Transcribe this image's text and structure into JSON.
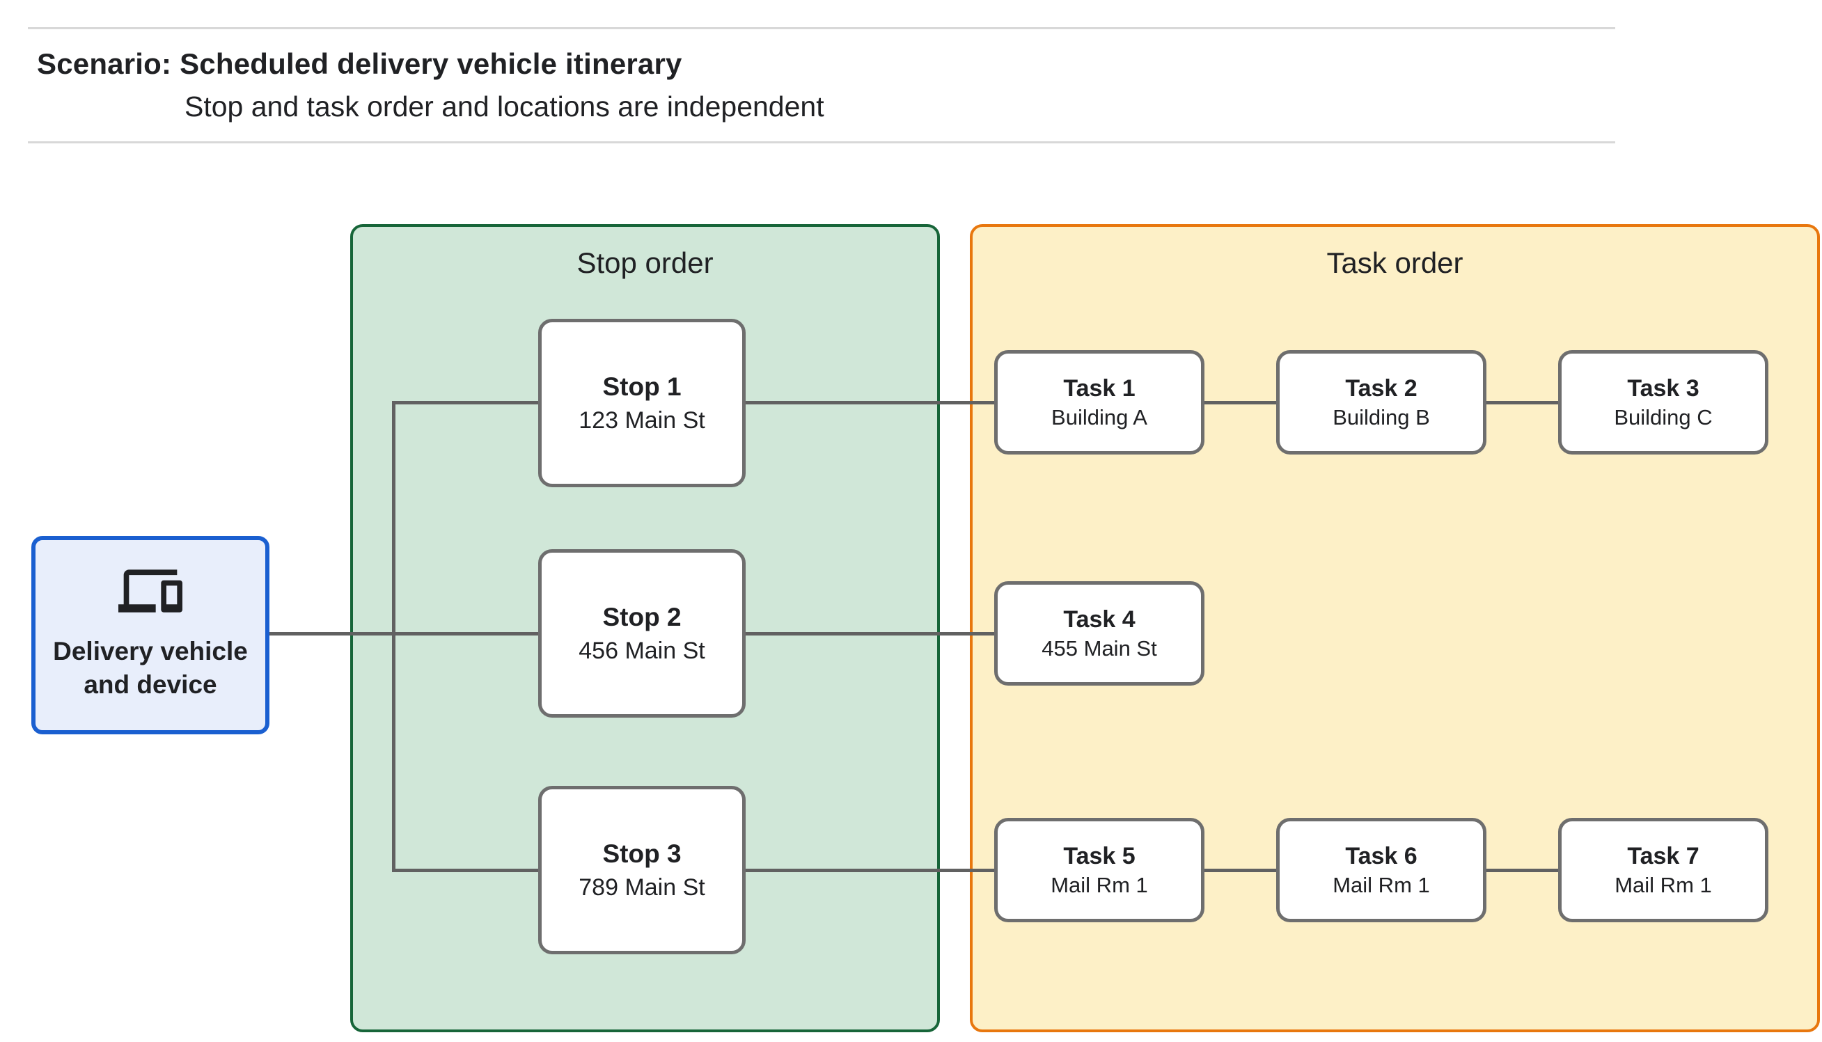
{
  "header": {
    "title": "Scenario: Scheduled delivery vehicle itinerary",
    "subtitle": "Stop and task order and locations are independent"
  },
  "panels": {
    "stop": {
      "title": "Stop order"
    },
    "task": {
      "title": "Task order"
    }
  },
  "source": {
    "label": "Delivery vehicle\nand device",
    "icon": "devices-icon"
  },
  "stops": [
    {
      "title": "Stop 1",
      "subtitle": "123 Main St"
    },
    {
      "title": "Stop 2",
      "subtitle": "456 Main St"
    },
    {
      "title": "Stop 3",
      "subtitle": "789 Main St"
    }
  ],
  "tasks": [
    {
      "title": "Task 1",
      "subtitle": "Building A"
    },
    {
      "title": "Task 2",
      "subtitle": "Building B"
    },
    {
      "title": "Task 3",
      "subtitle": "Building C"
    },
    {
      "title": "Task 4",
      "subtitle": "455 Main St"
    },
    {
      "title": "Task 5",
      "subtitle": "Mail Rm 1"
    },
    {
      "title": "Task 6",
      "subtitle": "Mail Rm 1"
    },
    {
      "title": "Task 7",
      "subtitle": "Mail Rm 1"
    }
  ],
  "colors": {
    "green_fill": "#D0E7D8",
    "green_border": "#176539",
    "yellow_fill": "#FDF0C7",
    "yellow_border": "#E8770E",
    "blue_fill": "#E8EEFB",
    "blue_border": "#1A5FD0",
    "box_border": "#6E6E6E",
    "connector": "#616161",
    "divider": "#D8D8D8",
    "text": "#202124"
  }
}
